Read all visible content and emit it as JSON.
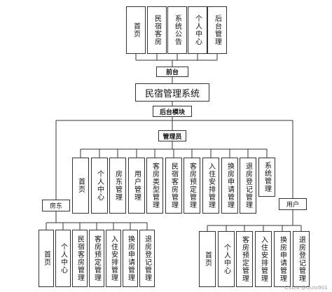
{
  "front": {
    "modules": [
      "首页",
      "民宿客房",
      "系统公告",
      "个人中心",
      "后台管理"
    ],
    "label": "前台"
  },
  "system": {
    "title": "民宿管理系统"
  },
  "backend": {
    "label": "后台模块"
  },
  "admin": {
    "label": "管理员",
    "modules": [
      "首页",
      "个人中心",
      "房东管理",
      "用户管理",
      "客房类型管理",
      "民宿客房管理",
      "客房预定管理",
      "入住安排管理",
      "换房申请管理",
      "退房登记管理",
      "系统管理"
    ]
  },
  "landlord": {
    "label": "房东",
    "modules": [
      "首页",
      "个人中心",
      "民宿客房管理",
      "客房预定管理",
      "入住安排管理",
      "换房申请管理",
      "退房登记管理"
    ]
  },
  "user": {
    "label": "用户",
    "modules": [
      "首页",
      "个人中心",
      "客房预定管理",
      "入住安排管理",
      "换房申请管理",
      "退房登记管理"
    ]
  },
  "watermark": "CSDN @Outs901",
  "colors": {
    "line": "#333333",
    "box_border": "#333333",
    "background": "#ffffff"
  }
}
